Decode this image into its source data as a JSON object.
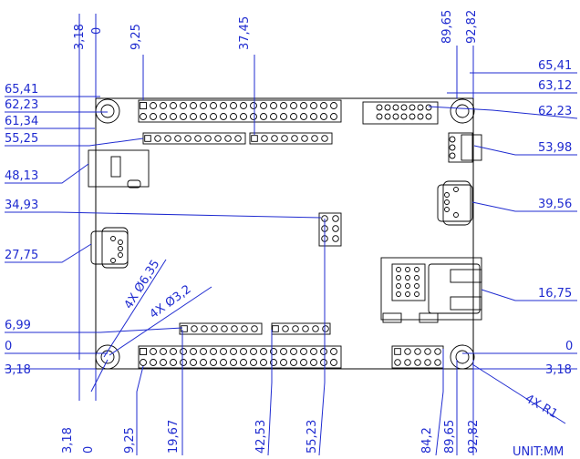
{
  "drawing": {
    "unit_label": "UNIT:MM",
    "colors": {
      "dimension": "#1f2bd0",
      "outline": "#000000"
    },
    "top_dims": [
      "3,18",
      "0",
      "9,25",
      "37,45",
      "89,65",
      "92,82"
    ],
    "left_dims": [
      "65,41",
      "62,23",
      "61,34",
      "55,25",
      "48,13",
      "34,93",
      "27,75",
      "6,99",
      "0",
      "3,18"
    ],
    "right_dims": [
      "65,41",
      "63,12",
      "62,23",
      "53,98",
      "39,56",
      "16,75",
      "0",
      "3,18"
    ],
    "bottom_dims": [
      "3,18",
      "0",
      "9,25",
      "19,67",
      "42,53",
      "55,23",
      "84,2",
      "89,65",
      "92,82"
    ],
    "hole_notes": [
      "4X Ø6,35",
      "4X Ø3,2"
    ],
    "corner_note": "4X R1"
  }
}
